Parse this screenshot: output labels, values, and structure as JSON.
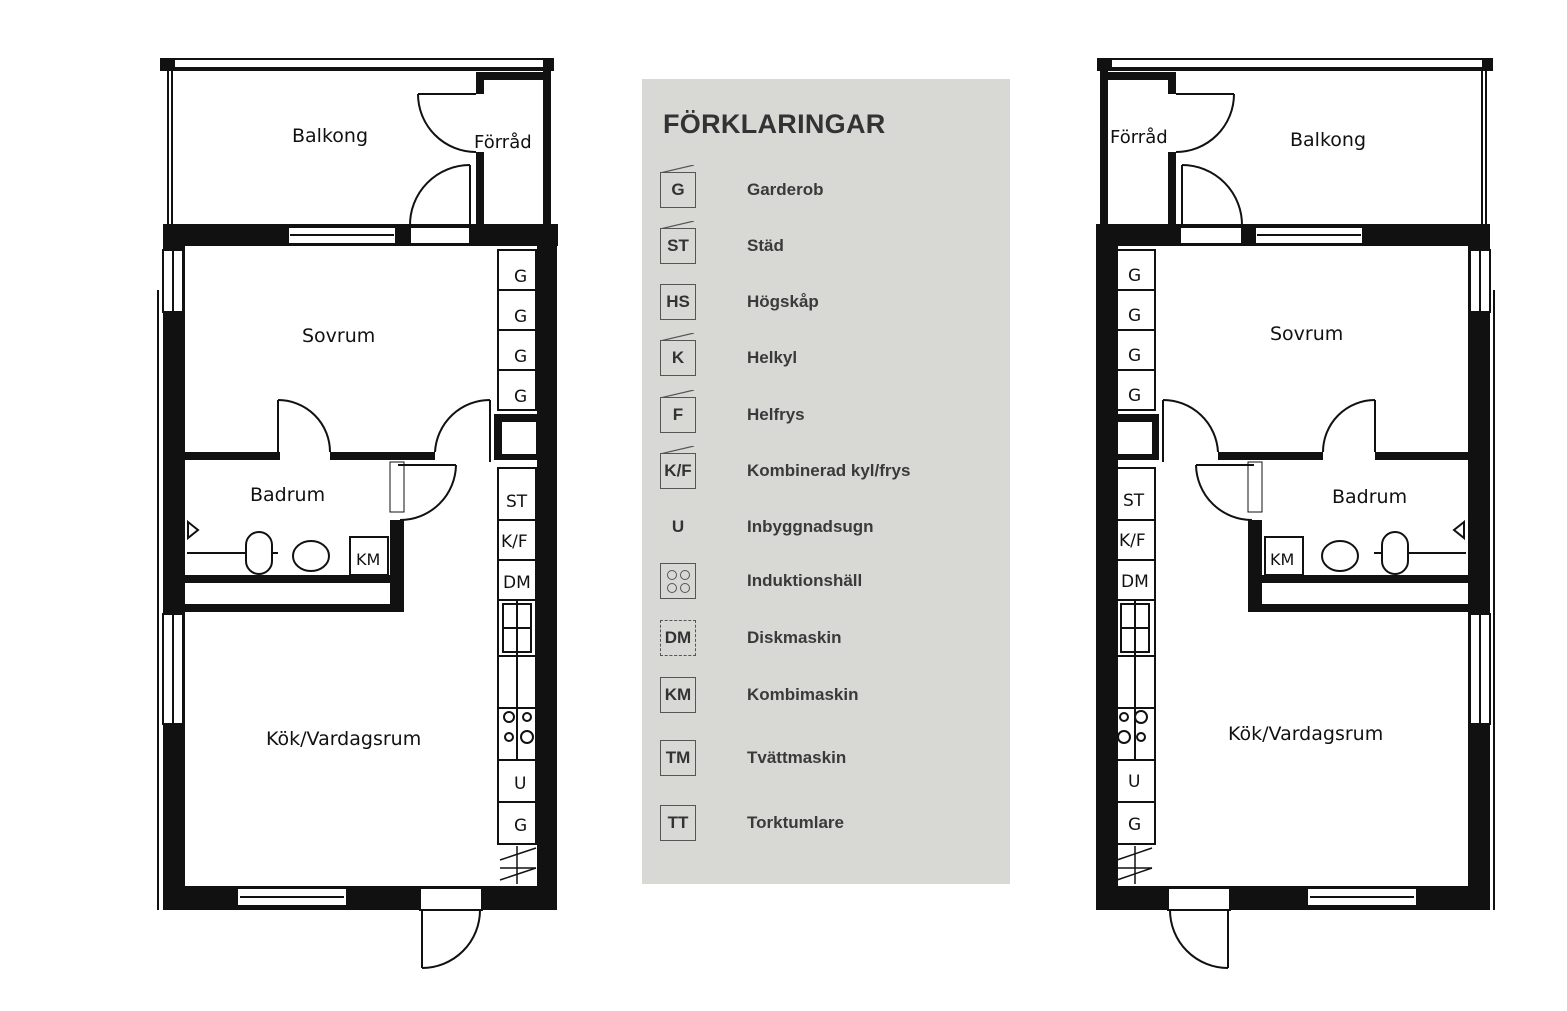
{
  "legend": {
    "title": "FÖRKLARINGAR",
    "items": [
      {
        "symbol": "G",
        "label": "Garderob",
        "style": "flap"
      },
      {
        "symbol": "ST",
        "label": "Städ",
        "style": "flap"
      },
      {
        "symbol": "HS",
        "label": "Högskåp",
        "style": "box"
      },
      {
        "symbol": "K",
        "label": "Helkyl",
        "style": "flap"
      },
      {
        "symbol": "F",
        "label": "Helfrys",
        "style": "flap"
      },
      {
        "symbol": "K/F",
        "label": "Kombinerad kyl/frys",
        "style": "flap"
      },
      {
        "symbol": "U",
        "label": "Inbyggnadsugn",
        "style": "none"
      },
      {
        "symbol": "",
        "label": "Induktionshäll",
        "style": "hob"
      },
      {
        "symbol": "DM",
        "label": "Diskmaskin",
        "style": "dashed"
      },
      {
        "symbol": "KM",
        "label": "Kombimaskin",
        "style": "box"
      },
      {
        "symbol": "TM",
        "label": "Tvättmaskin",
        "style": "box"
      },
      {
        "symbol": "TT",
        "label": "Torktumlare",
        "style": "box"
      }
    ]
  },
  "plans": {
    "left": {
      "rooms": {
        "balkong": "Balkong",
        "forrad": "Förråd",
        "sovrum": "Sovrum",
        "badrum": "Badrum",
        "kok": "Kök/Vardagsrum"
      },
      "cabinets": [
        "G",
        "G",
        "G",
        "G",
        "ST",
        "K/F",
        "DM",
        "U",
        "G",
        "KM"
      ]
    },
    "right": {
      "rooms": {
        "balkong": "Balkong",
        "forrad": "Förråd",
        "sovrum": "Sovrum",
        "badrum": "Badrum",
        "kok": "Kök/Vardagsrum"
      },
      "cabinets": [
        "G",
        "G",
        "G",
        "G",
        "ST",
        "K/F",
        "DM",
        "U",
        "G",
        "KM"
      ]
    }
  },
  "colors": {
    "wall": "#111111",
    "legend_bg": "#d8d9d5",
    "legend_text": "#3a3a3a"
  }
}
